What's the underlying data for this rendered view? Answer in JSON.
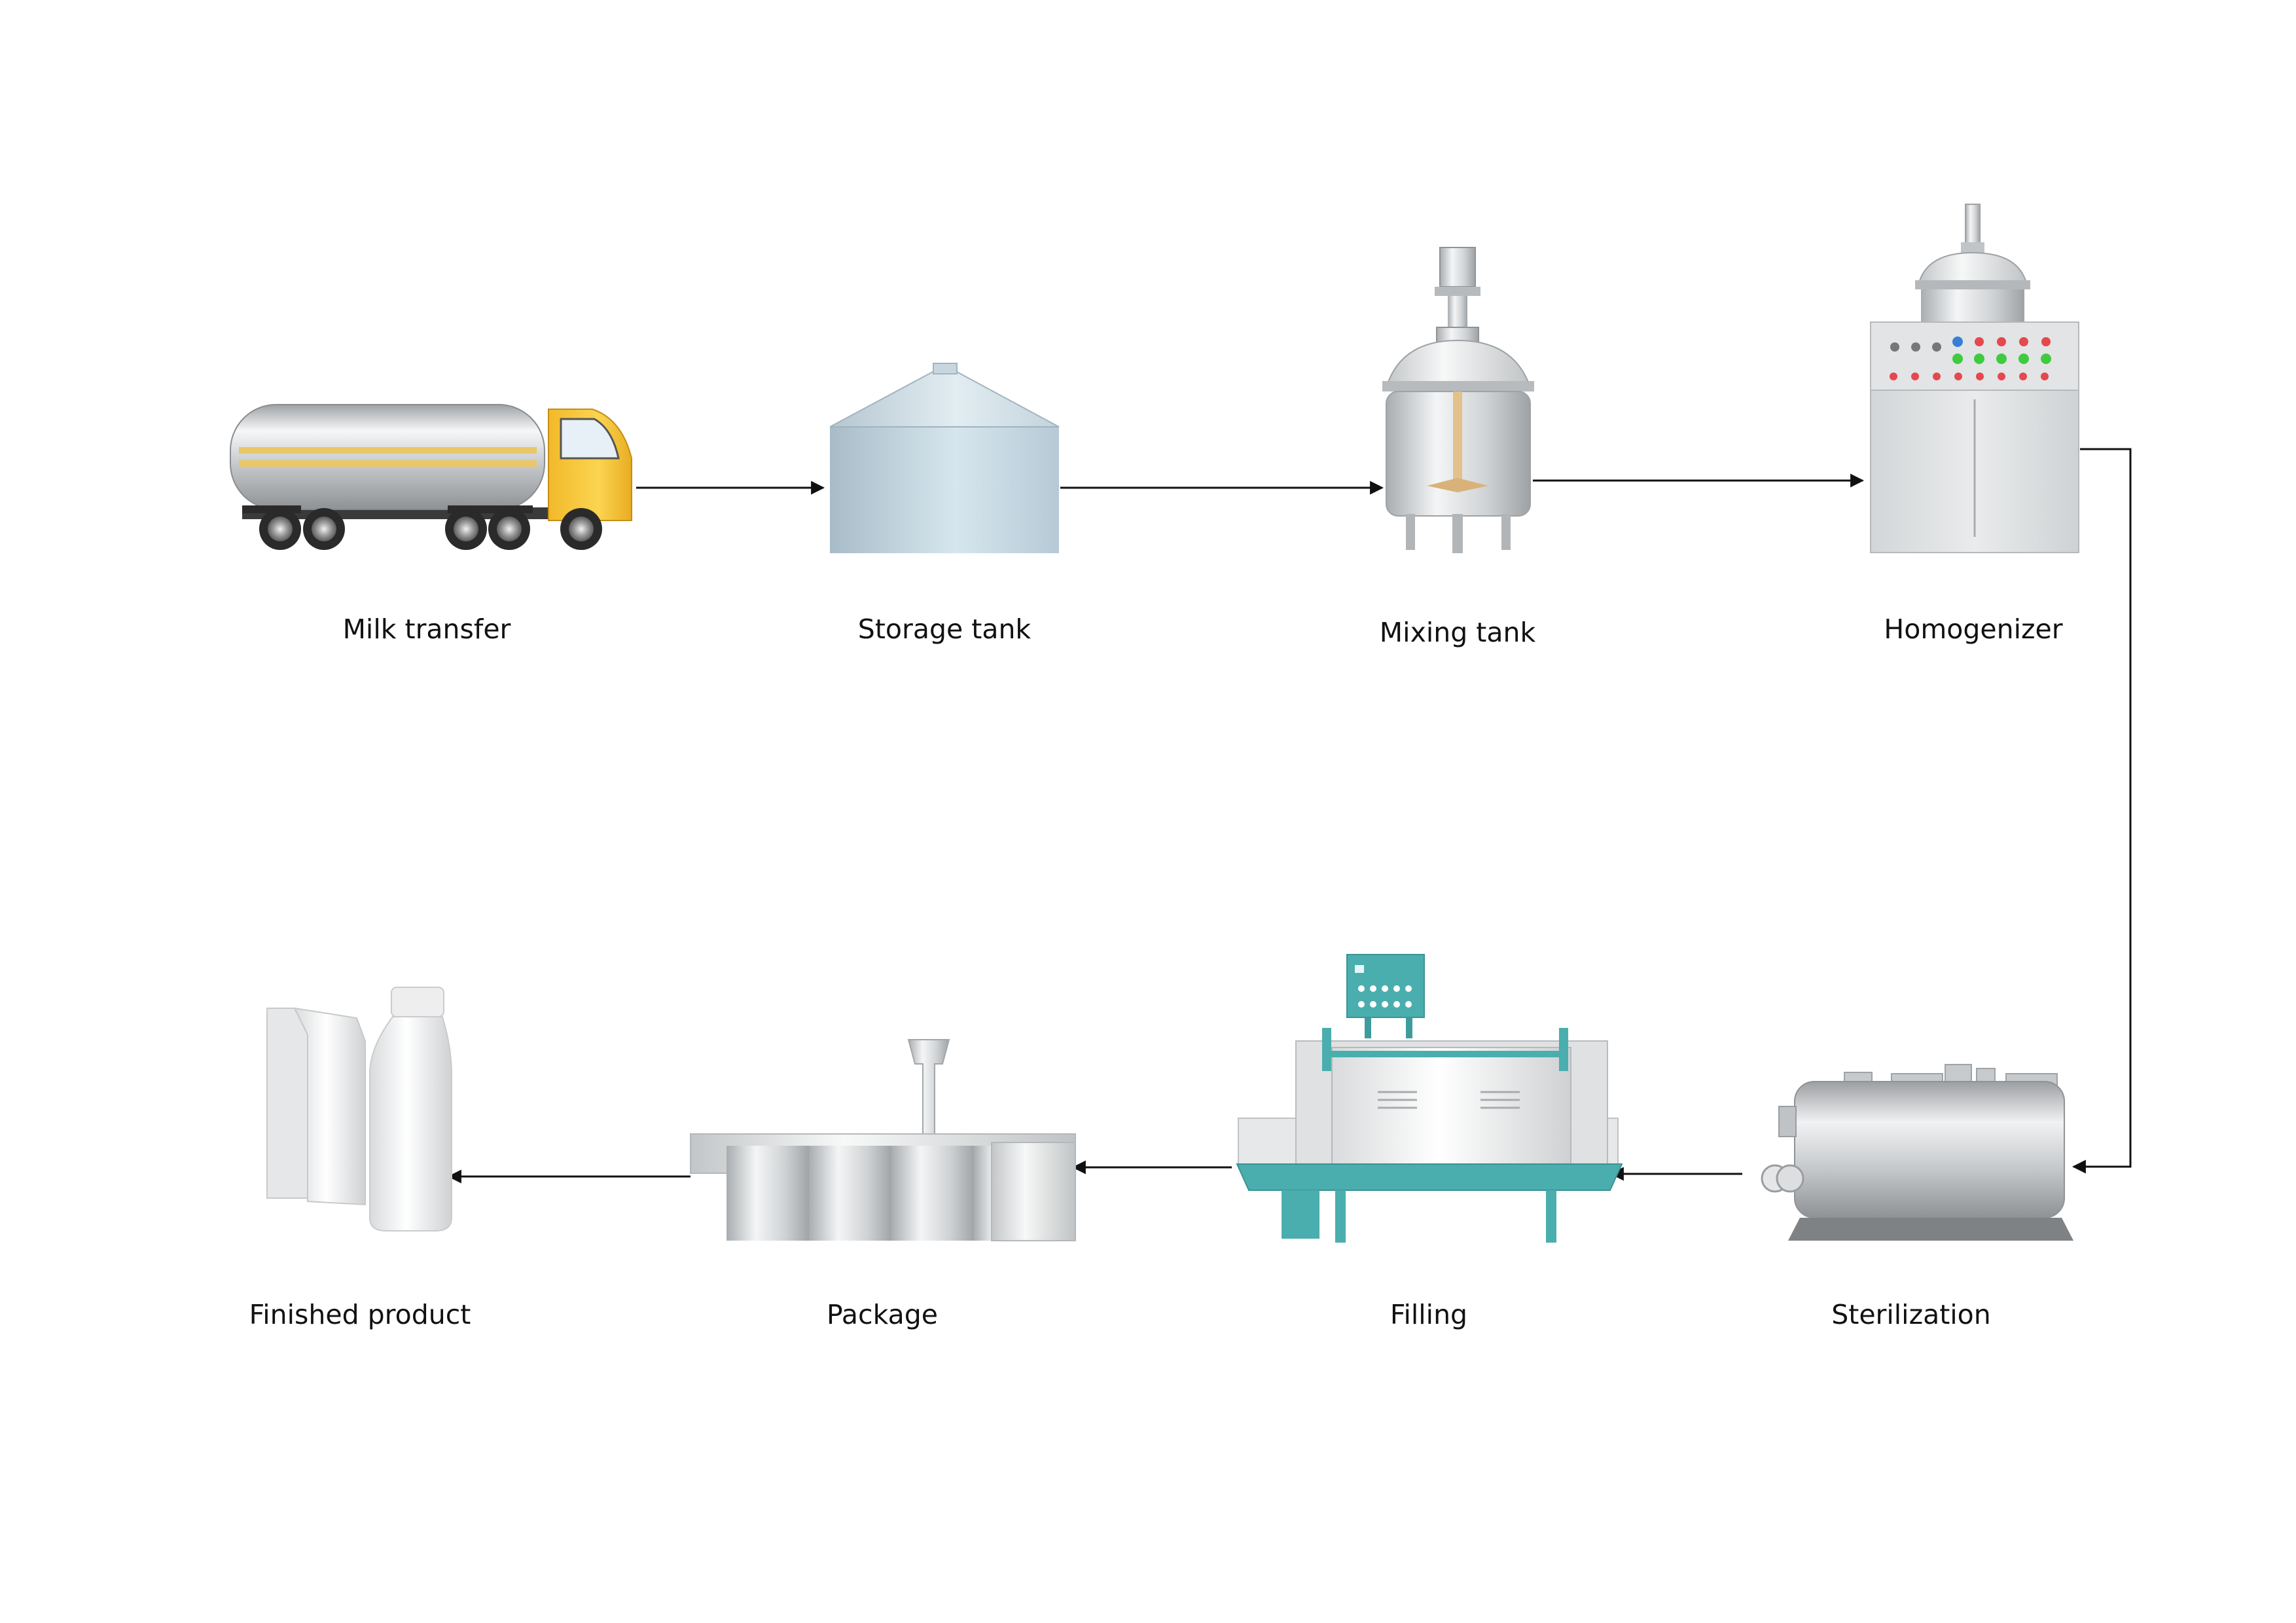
{
  "diagram": {
    "steps": [
      {
        "id": "milk-transfer",
        "label": "Milk transfer"
      },
      {
        "id": "storage-tank",
        "label": "Storage tank"
      },
      {
        "id": "mixing-tank",
        "label": "Mixing tank"
      },
      {
        "id": "homogenizer",
        "label": "Homogenizer"
      },
      {
        "id": "sterilization",
        "label": "Sterilization"
      },
      {
        "id": "filling",
        "label": "Filling"
      },
      {
        "id": "package",
        "label": "Package"
      },
      {
        "id": "finished-product",
        "label": "Finished product"
      }
    ],
    "flow": [
      {
        "from": "milk-transfer",
        "to": "storage-tank"
      },
      {
        "from": "storage-tank",
        "to": "mixing-tank"
      },
      {
        "from": "mixing-tank",
        "to": "homogenizer"
      },
      {
        "from": "homogenizer",
        "to": "sterilization"
      },
      {
        "from": "sterilization",
        "to": "filling"
      },
      {
        "from": "filling",
        "to": "package"
      },
      {
        "from": "package",
        "to": "finished-product"
      }
    ],
    "colors": {
      "truck_cab": "#f6c531",
      "truck_stripe": "#e9c766",
      "filling_teal": "#4aaeae",
      "connector": "#111111",
      "button_red": "#e5484d",
      "button_green": "#3ecb3e",
      "button_blue": "#3a7fd6"
    }
  }
}
